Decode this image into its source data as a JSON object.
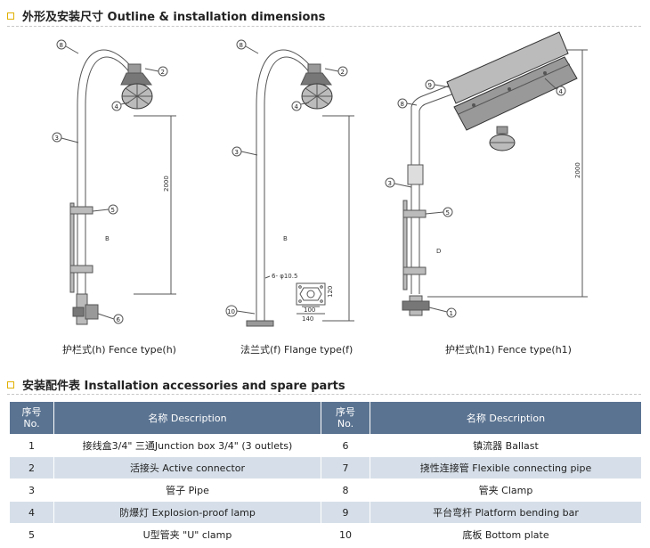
{
  "sections": {
    "outline_title": "外形及安装尺寸 Outline & installation dimensions",
    "accessories_title": "安装配件表 Installation accessories and spare parts"
  },
  "figures": [
    {
      "caption": "护栏式(h) Fence type(h)",
      "height_dim": "2000",
      "region": "B"
    },
    {
      "caption": "法兰式(f) Flange type(f)",
      "region": "B",
      "flange_label": "6- φ10.5",
      "flange_h": "120",
      "flange_w1": "100",
      "flange_w2": "140"
    },
    {
      "caption": "护栏式(h1) Fence type(h1)",
      "height_dim": "2000",
      "region": "D"
    }
  ],
  "callouts": [
    "1",
    "2",
    "3",
    "4",
    "5",
    "6",
    "8",
    "9",
    "10"
  ],
  "table": {
    "headers": {
      "no": "序号\nNo.",
      "desc": "名称 Description"
    },
    "rows": [
      {
        "no1": "1",
        "desc1": "接线盒3/4\" 三通Junction box 3/4\" (3 outlets)",
        "no2": "6",
        "desc2": "镇流器 Ballast"
      },
      {
        "no1": "2",
        "desc1": "活接头 Active connector",
        "no2": "7",
        "desc2": "挠性连接管 Flexible connecting pipe"
      },
      {
        "no1": "3",
        "desc1": "管子 Pipe",
        "no2": "8",
        "desc2": "管夹 Clamp"
      },
      {
        "no1": "4",
        "desc1": "防爆灯 Explosion-proof lamp",
        "no2": "9",
        "desc2": "平台弯杆 Platform bending bar"
      },
      {
        "no1": "5",
        "desc1": "U型管夹 \"U\" clamp",
        "no2": "10",
        "desc2": "底板 Bottom plate"
      }
    ]
  },
  "colors": {
    "header_bg": "#5a7391",
    "stripe": "#d6dfe9",
    "bullet": "#e0b000"
  }
}
